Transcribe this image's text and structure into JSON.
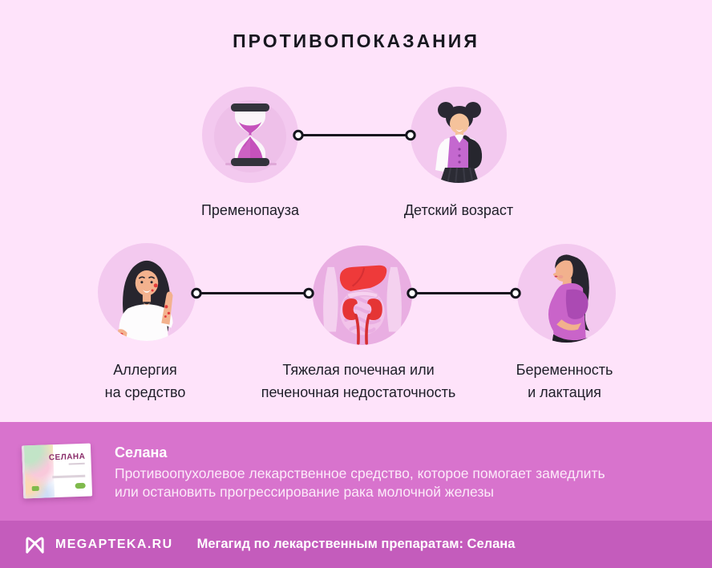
{
  "title": "ПРОТИВОПОКАЗАНИЯ",
  "diagram": {
    "items": [
      {
        "label": "Пременопауза",
        "icon": "hourglass-icon"
      },
      {
        "label": "Детский возраст",
        "icon": "schoolgirl-icon"
      },
      {
        "label": "Аллергия\nна средство",
        "icon": "allergy-woman-icon"
      },
      {
        "label": "Тяжелая почечная или\nпеченочная недостаточность",
        "icon": "liver-kidneys-icon"
      },
      {
        "label": "Беременность\nи лактация",
        "icon": "pregnant-woman-icon"
      }
    ]
  },
  "product": {
    "name": "Селана",
    "description": "Противоопухолевое лекарственное средство, которое помогает замедлить\nили остановить прогрессирование рака молочной железы",
    "package_title": "СЕЛАНА"
  },
  "footer": {
    "brand": "MEGAPTEKA.RU",
    "tagline": "Мегагид по лекарственным препаратам: Селана"
  },
  "colors": {
    "background": "#fee3fa",
    "circle_fill": "#f3c9ef",
    "organs_circle_fill": "#e9aee2",
    "panel": "#d873cd",
    "footer": "#c45cbc",
    "connector": "#15151d",
    "accent_magenta": "#c552bc",
    "organ_red": "#ee3a3a",
    "text_dark": "#20202a"
  }
}
